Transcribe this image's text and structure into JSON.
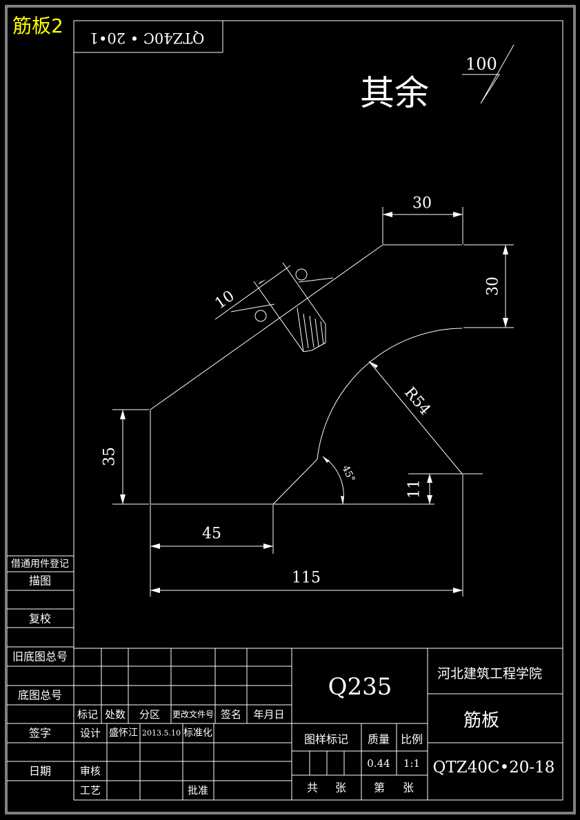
{
  "sheet_tag": "筋板2",
  "upside_down_code": "QTZ40C • 20•1",
  "surface_finish": {
    "other": "其余",
    "value": "100"
  },
  "dimensions": {
    "top_width": "30",
    "right_height": "30",
    "thickness": "10",
    "radius": "R54",
    "left_height": "35",
    "angle": "45°",
    "bottom_step": "11",
    "bottom_left": "45",
    "overall_width": "115"
  },
  "side_panel": {
    "register": "借通用件登记",
    "trace": "描图",
    "recheck": "复校",
    "old_base_no": "旧底图总号",
    "base_no": "底图总号",
    "signature": "签字",
    "date": "日期"
  },
  "title_block": {
    "material": "Q235",
    "school": "河北建筑工程学院",
    "part_name": "筋板",
    "drawing_no": "QTZ40C•20-18",
    "rev_headers": [
      "标记",
      "处数",
      "分区",
      "更改文件号",
      "签名",
      "年月日"
    ],
    "design": "设计",
    "designer": "盛怀江",
    "design_date": "2013.5.10",
    "standardize": "标准化",
    "review": "审核",
    "process": "工艺",
    "approve": "批准",
    "stage_mark": "图样标记",
    "mass": "质量",
    "scale": "比例",
    "mass_value": "0.44",
    "scale_value": "1:1",
    "total": "共",
    "sheets": "张",
    "sheet_no": "第",
    "sheet_word": "张"
  }
}
